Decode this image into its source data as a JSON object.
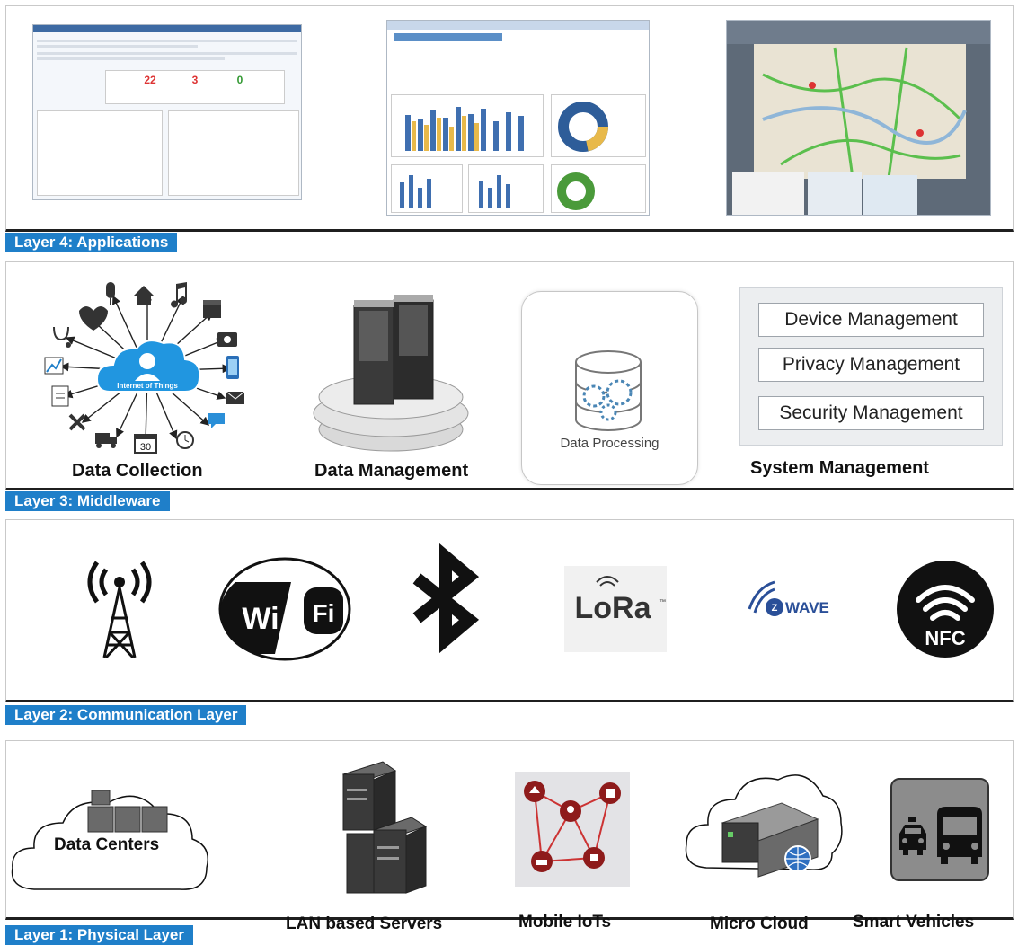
{
  "layers": {
    "l4": {
      "label": "Layer 4: Applications"
    },
    "l3": {
      "label": "Layer 3: Middleware"
    },
    "l2": {
      "label": "Layer 2: Communication Layer"
    },
    "l1": {
      "label": "Layer 1: Physical Layer"
    }
  },
  "middleware": {
    "data_collection": "Data Collection",
    "iot_cloud_label": "Internet of Things",
    "data_management": "Data Management",
    "data_processing": "Data Processing",
    "system_management": "System Management",
    "management_items": [
      "Device Management",
      "Privacy Management",
      "Security Management"
    ],
    "calendar_day": "30"
  },
  "communication": {
    "wifi_left": "Wi",
    "wifi_right": "Fi",
    "lora": "LoRa",
    "lora_tm": "™",
    "zwave": "WAVE",
    "nfc": "NFC"
  },
  "physical": {
    "data_centers": "Data Centers",
    "lan_servers": "LAN based Servers",
    "mobile_iots": "Mobile IoTs",
    "micro_cloud": "Micro Cloud",
    "smart_vehicles": "Smart Vehicles"
  },
  "colors": {
    "accent": "#1f7fc9",
    "iot_cloud": "#2196e0",
    "mobile_iot_bg": "#e3e3e6",
    "mobile_iot_node": "#8e1b1b"
  }
}
